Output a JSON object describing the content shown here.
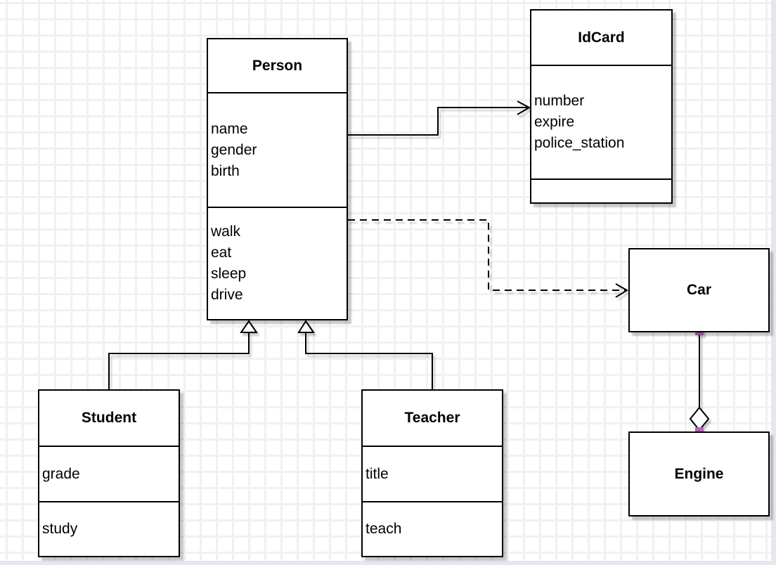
{
  "app": {
    "title": "UML class diagram canvas"
  },
  "canvas": {
    "background": "#ffffff",
    "grid_line_color": "#eef1f5",
    "edge_strip_color": "#e3e8ef"
  },
  "colors": {
    "box_fill": "#ffffff",
    "box_border": "#000000",
    "line": "#000000",
    "shadow": "rgba(0,0,0,0.22)",
    "endpoint_handle": "#b666b6"
  },
  "classes": {
    "person": {
      "name": "Person",
      "attributes": [
        "name",
        "gender",
        "birth"
      ],
      "methods": [
        "walk",
        "eat",
        "sleep",
        "drive"
      ]
    },
    "idcard": {
      "name": "IdCard",
      "attributes": [
        "number",
        "expire",
        "police_station"
      ],
      "methods": []
    },
    "car": {
      "name": "Car",
      "attributes": [],
      "methods": []
    },
    "engine": {
      "name": "Engine",
      "attributes": [],
      "methods": []
    },
    "student": {
      "name": "Student",
      "attributes": [
        "grade"
      ],
      "methods": [
        "study"
      ]
    },
    "teacher": {
      "name": "Teacher",
      "attributes": [
        "title"
      ],
      "methods": [
        "teach"
      ]
    }
  },
  "relationships": [
    {
      "from": "Person",
      "to": "IdCard",
      "type": "association",
      "line": "solid",
      "arrowhead": "open-arrow"
    },
    {
      "from": "Person",
      "to": "Car",
      "type": "dependency",
      "line": "dashed",
      "arrowhead": "open-arrow"
    },
    {
      "from": "Student",
      "to": "Person",
      "type": "generalization",
      "line": "solid",
      "arrowhead": "hollow-triangle"
    },
    {
      "from": "Teacher",
      "to": "Person",
      "type": "generalization",
      "line": "solid",
      "arrowhead": "hollow-triangle"
    },
    {
      "from": "Car",
      "to": "Engine",
      "type": "aggregation",
      "line": "solid",
      "arrowhead": "hollow-diamond",
      "endpoint_markers": "purple-squares"
    }
  ]
}
